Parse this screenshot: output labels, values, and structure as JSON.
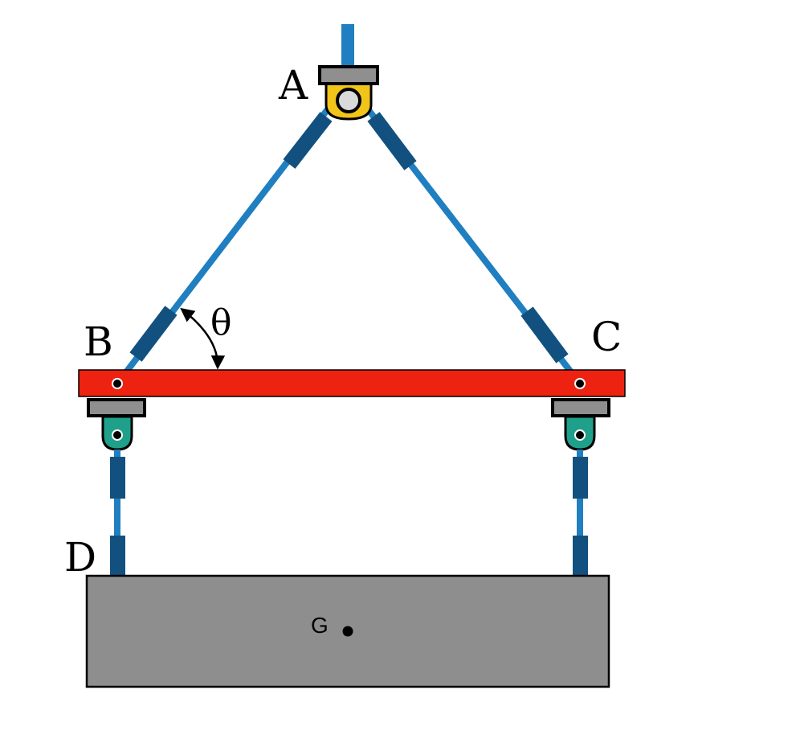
{
  "diagram": {
    "points": {
      "a": "A",
      "b": "B",
      "c": "C",
      "d": "D",
      "g": "G"
    },
    "angle_symbol": "θ"
  },
  "colors": {
    "cable": "#1f7fc0",
    "cable_sleeve": "#12517f",
    "beam": "#ee2211",
    "load_block": "#8e8e8e",
    "bracket": "#8f8f8f",
    "hook_body": "#f0c419",
    "shackle": "#1fa08a",
    "outline": "#000000"
  }
}
